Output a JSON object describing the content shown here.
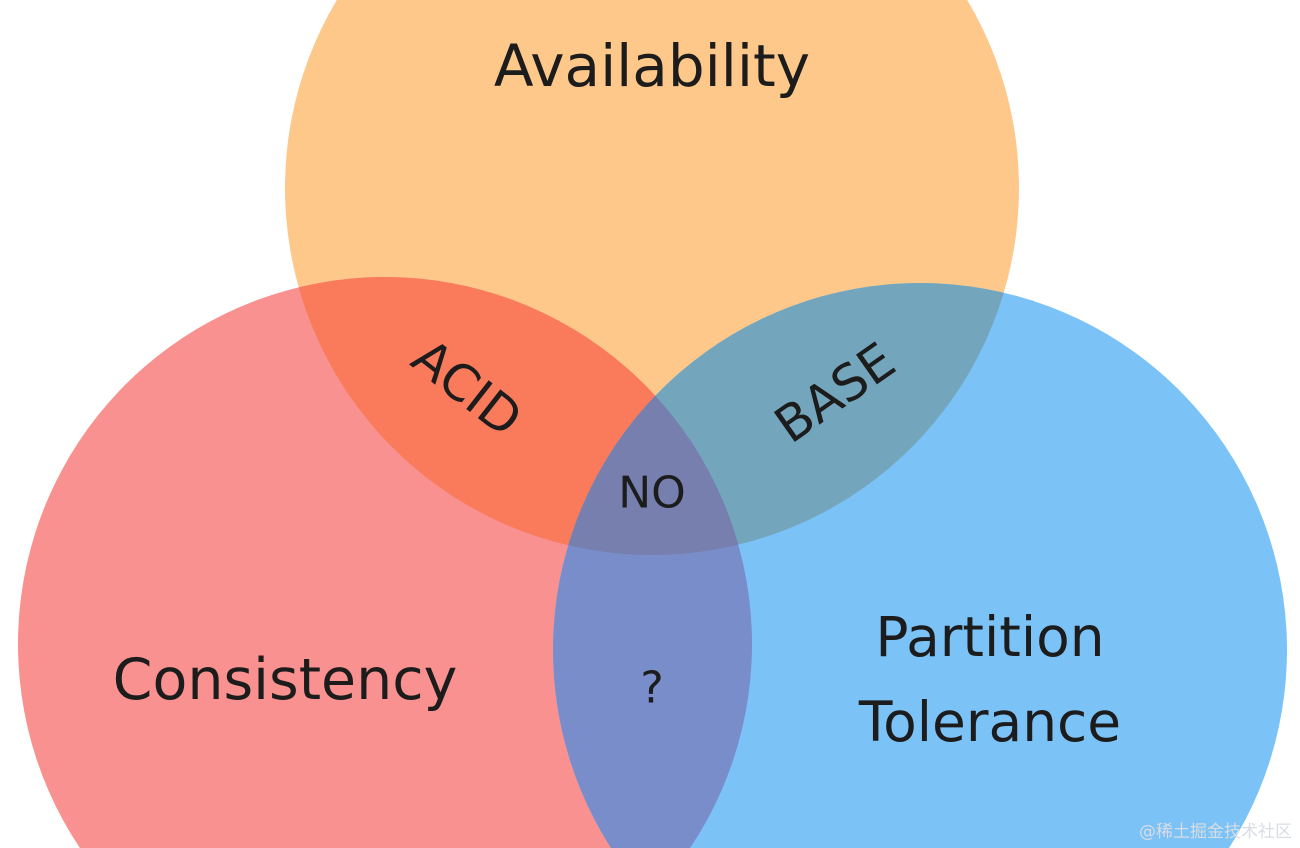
{
  "sets": {
    "availability": "Availability",
    "consistency": "Consistency",
    "partition_line1": "Partition",
    "partition_line2": "Tolerance"
  },
  "intersections": {
    "consistency_availability": "ACID",
    "availability_partition": "BASE",
    "all_three": "NO",
    "consistency_partition": "?"
  },
  "colors": {
    "availability": "#FDC88A",
    "consistency": "#F8918F",
    "partition": "#7BC2F7",
    "acid": "#F97B5C",
    "base": "#73A6BD",
    "cp": "#7A8DCB",
    "all": "#767FAE"
  },
  "watermark": "@稀土掘金技术社区"
}
